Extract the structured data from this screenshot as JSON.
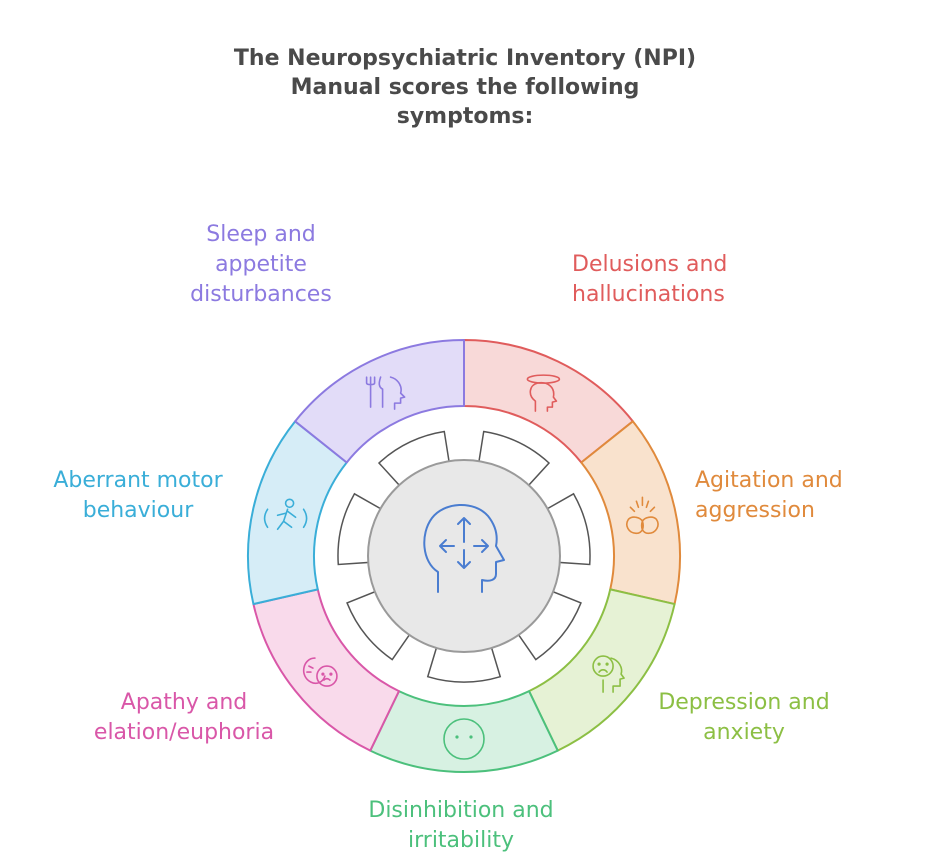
{
  "title_lines": [
    "The Neuropsychiatric Inventory (NPI)",
    "Manual scores the following",
    "symptoms:"
  ],
  "segments": [
    {
      "label_lines": [
        "Delusions and",
        "hallucinations"
      ],
      "icon": "halo-head-icon",
      "color": "#e05c5c",
      "fill": "#f8d9d8"
    },
    {
      "label_lines": [
        "Agitation and",
        "aggression"
      ],
      "icon": "boxing-gloves-icon",
      "color": "#e08a3c",
      "fill": "#f9e2cd"
    },
    {
      "label_lines": [
        "Depression and",
        "anxiety"
      ],
      "icon": "sad-head-icon",
      "color": "#8cbf44",
      "fill": "#e6f2d5"
    },
    {
      "label_lines": [
        "Disinhibition and",
        "irritability"
      ],
      "icon": "neutral-face-icon",
      "color": "#4cc07c",
      "fill": "#d7f1e2"
    },
    {
      "label_lines": [
        "Apathy and",
        "elation/euphoria"
      ],
      "icon": "mood-faces-icon",
      "color": "#d957a8",
      "fill": "#f9daeb"
    },
    {
      "label_lines": [
        "Aberrant motor",
        "behaviour"
      ],
      "icon": "running-person-icon",
      "color": "#3aaed8",
      "fill": "#d6edf7"
    },
    {
      "label_lines": [
        "Sleep and",
        "appetite",
        "disturbances"
      ],
      "icon": "sleep-appetite-head-icon",
      "color": "#8c7ae0",
      "fill": "#e2dcf8"
    }
  ],
  "center": {
    "icon": "mind-directions-icon",
    "color": "#4a7dd0",
    "fill": "#e8e8e8",
    "stroke": "#9a9a9a"
  }
}
